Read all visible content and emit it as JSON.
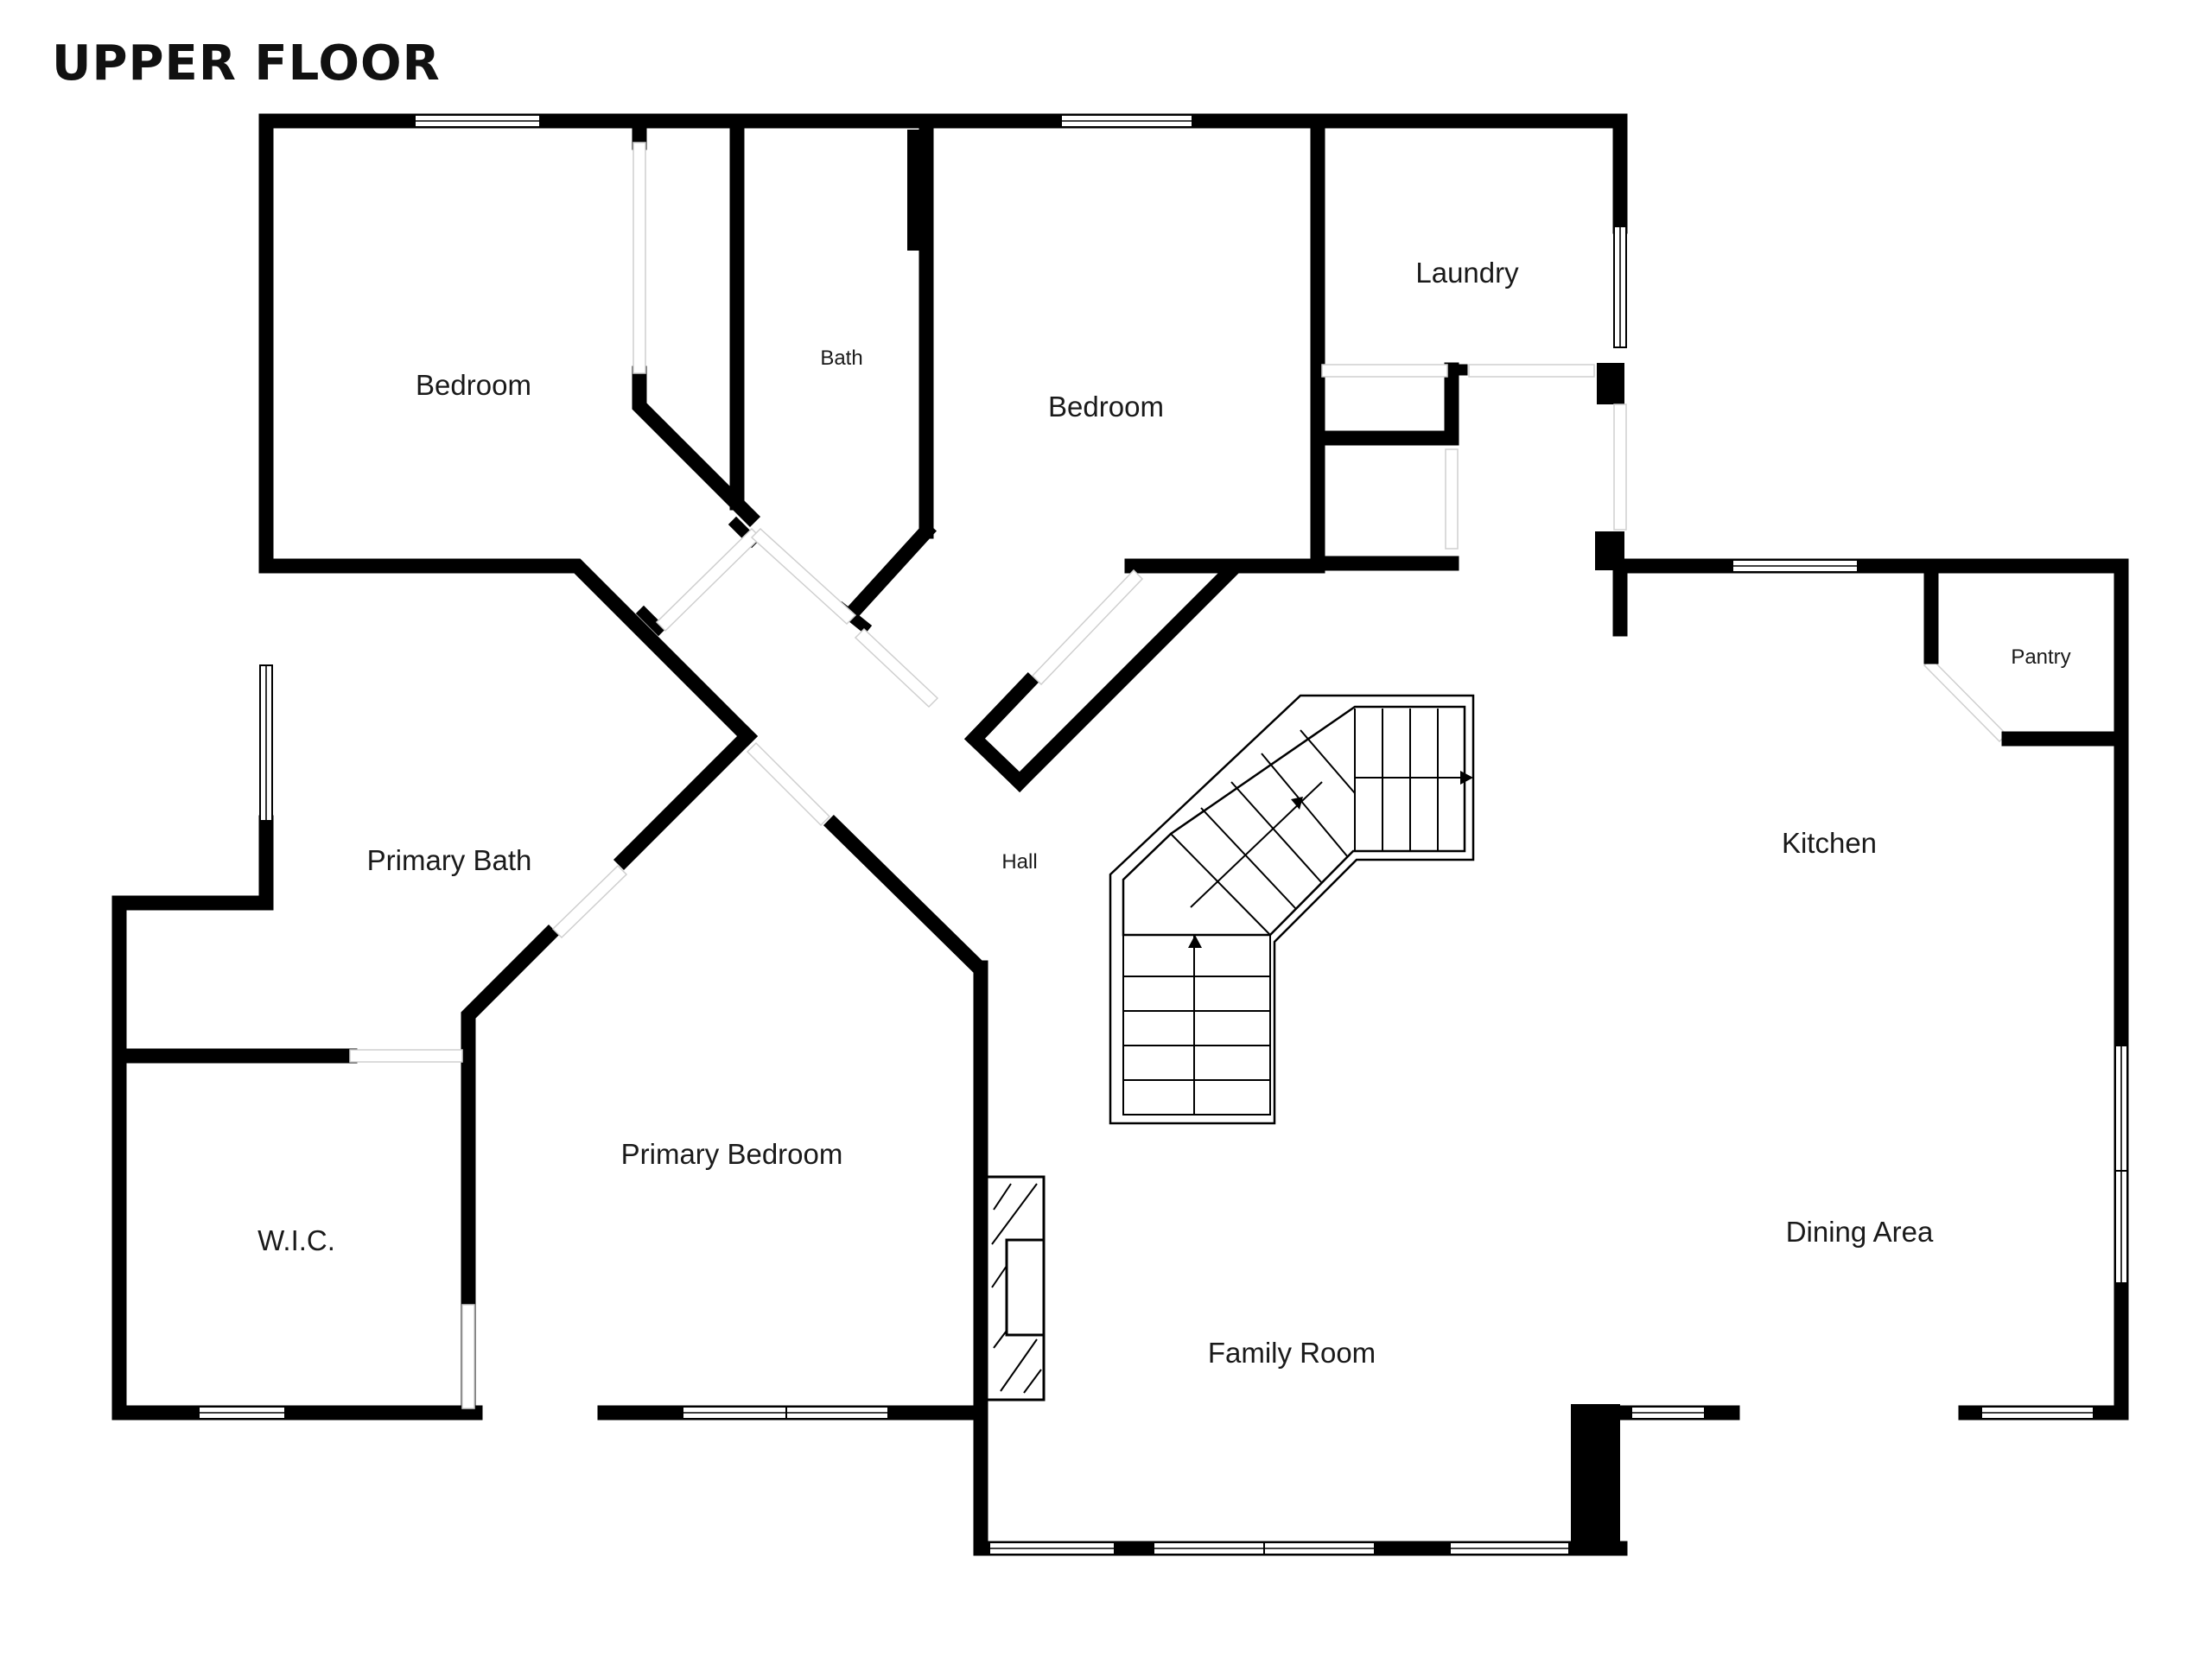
{
  "plan": {
    "title": "UPPER FLOOR"
  },
  "rooms": {
    "bedroom_1": "Bedroom",
    "bath": "Bath",
    "bedroom_2": "Bedroom",
    "laundry": "Laundry",
    "pantry": "Pantry",
    "kitchen": "Kitchen",
    "hall": "Hall",
    "primary_bath": "Primary Bath",
    "primary_bedroom": "Primary Bedroom",
    "wic": "W.I.C.",
    "dining_area": "Dining Area",
    "family_room": "Family Room"
  },
  "colors": {
    "wall": "#000000",
    "background": "#ffffff",
    "text": "#1a1a1a"
  }
}
